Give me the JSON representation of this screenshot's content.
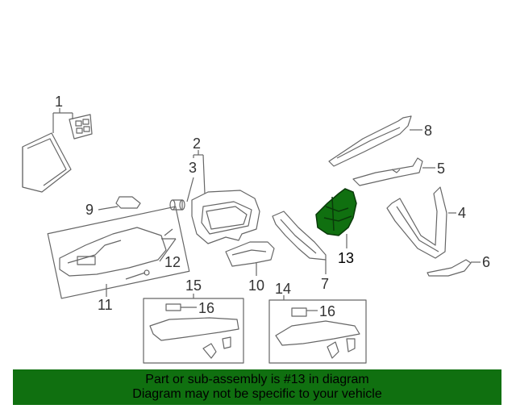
{
  "diagram": {
    "callouts": {
      "c1": "1",
      "c2": "2",
      "c3": "3",
      "c4": "4",
      "c5": "5",
      "c6": "6",
      "c7": "7",
      "c8": "8",
      "c9": "9",
      "c10": "10",
      "c11": "11",
      "c12": "12",
      "c13": "13",
      "c14": "14",
      "c15": "15",
      "c16a": "16",
      "c16b": "16"
    },
    "highlighted_part": "13",
    "colors": {
      "highlight": "#107010",
      "line_art": "#666666",
      "banner": "#107010"
    }
  },
  "banner": {
    "line1": "Part or sub-assembly is #13 in diagram",
    "line2": "Diagram may not be specific to your vehicle"
  }
}
